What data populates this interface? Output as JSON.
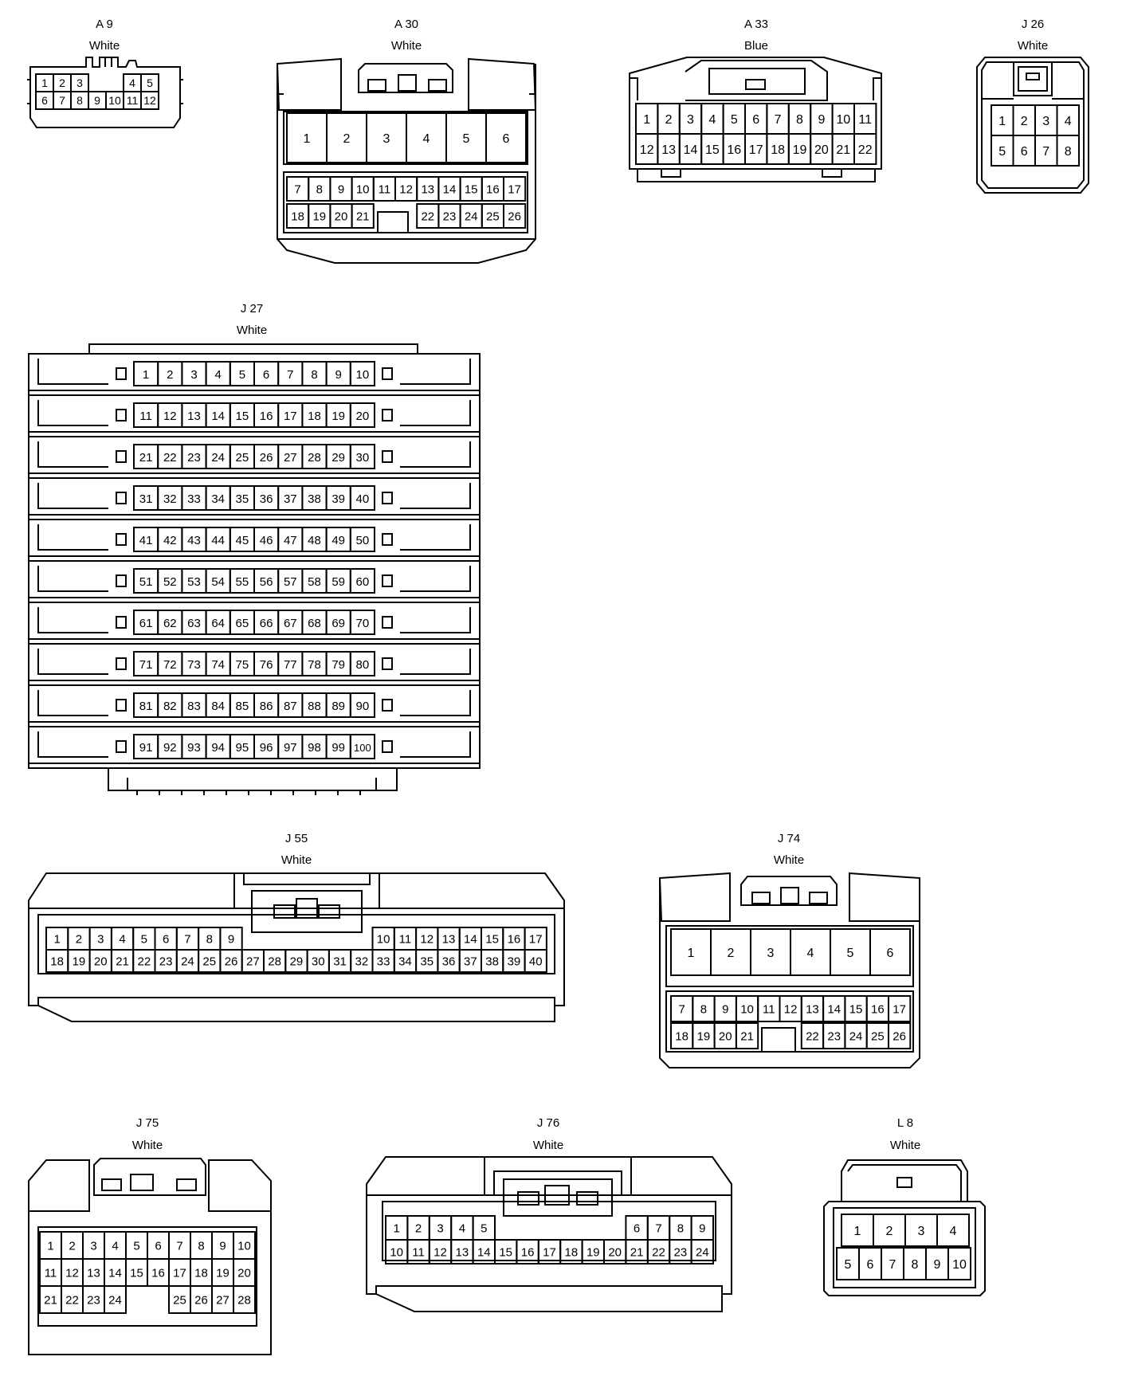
{
  "connectors": {
    "a9": {
      "code": "A 9",
      "color": "White"
    },
    "a30": {
      "code": "A 30",
      "color": "White"
    },
    "a33": {
      "code": "A 33",
      "color": "Blue"
    },
    "j26": {
      "code": "J 26",
      "color": "White"
    },
    "j27": {
      "code": "J 27",
      "color": "White"
    },
    "j55": {
      "code": "J 55",
      "color": "White"
    },
    "j74": {
      "code": "J 74",
      "color": "White"
    },
    "j75": {
      "code": "J 75",
      "color": "White"
    },
    "j76": {
      "code": "J 76",
      "color": "White"
    },
    "l8": {
      "code": "L 8",
      "color": "White"
    }
  },
  "pins": {
    "a9": [
      [
        "1",
        "2",
        "3",
        "",
        "",
        "4",
        "5"
      ],
      [
        "6",
        "7",
        "8",
        "9",
        "10",
        "11",
        "12"
      ]
    ],
    "a30": [
      [
        "1",
        "2",
        "3",
        "4",
        "5",
        "6"
      ],
      [
        "7",
        "8",
        "9",
        "10",
        "11",
        "12",
        "13",
        "14",
        "15",
        "16",
        "17"
      ],
      [
        "18",
        "19",
        "20",
        "21",
        "",
        "22",
        "23",
        "24",
        "25",
        "26"
      ]
    ],
    "a33": [
      [
        "1",
        "2",
        "3",
        "4",
        "5",
        "6",
        "7",
        "8",
        "9",
        "10",
        "11"
      ],
      [
        "12",
        "13",
        "14",
        "15",
        "16",
        "17",
        "18",
        "19",
        "20",
        "21",
        "22"
      ]
    ],
    "j26": [
      [
        "1",
        "2",
        "3",
        "4"
      ],
      [
        "5",
        "6",
        "7",
        "8"
      ]
    ],
    "j55": [
      [
        "1",
        "2",
        "3",
        "4",
        "5",
        "6",
        "7",
        "8",
        "9",
        "",
        "",
        "",
        "",
        "",
        "",
        "10",
        "11",
        "12",
        "13",
        "14",
        "15",
        "16",
        "17"
      ],
      [
        "18",
        "19",
        "20",
        "21",
        "22",
        "23",
        "24",
        "25",
        "26",
        "27",
        "28",
        "29",
        "30",
        "31",
        "32",
        "33",
        "34",
        "35",
        "36",
        "37",
        "38",
        "39",
        "40"
      ]
    ],
    "j74": [
      [
        "1",
        "2",
        "3",
        "4",
        "5",
        "6"
      ],
      [
        "7",
        "8",
        "9",
        "10",
        "11",
        "12",
        "13",
        "14",
        "15",
        "16",
        "17"
      ],
      [
        "18",
        "19",
        "20",
        "21",
        "",
        "22",
        "23",
        "24",
        "25",
        "26"
      ]
    ],
    "j75": [
      [
        "1",
        "2",
        "3",
        "4",
        "5",
        "6",
        "7",
        "8",
        "9",
        "10"
      ],
      [
        "11",
        "12",
        "13",
        "14",
        "15",
        "16",
        "17",
        "18",
        "19",
        "20"
      ],
      [
        "21",
        "22",
        "23",
        "24",
        "",
        "",
        "25",
        "26",
        "27",
        "28"
      ]
    ],
    "j76": [
      [
        "1",
        "2",
        "3",
        "4",
        "5",
        "",
        "",
        "",
        "",
        "",
        "",
        "6",
        "7",
        "8",
        "9"
      ],
      [
        "10",
        "11",
        "12",
        "13",
        "14",
        "15",
        "16",
        "17",
        "18",
        "19",
        "20",
        "21",
        "22",
        "23",
        "24"
      ]
    ],
    "l8": [
      [
        "1",
        "2",
        "3",
        "4"
      ],
      [
        "5",
        "6",
        "7",
        "8",
        "9",
        "10"
      ]
    ]
  }
}
